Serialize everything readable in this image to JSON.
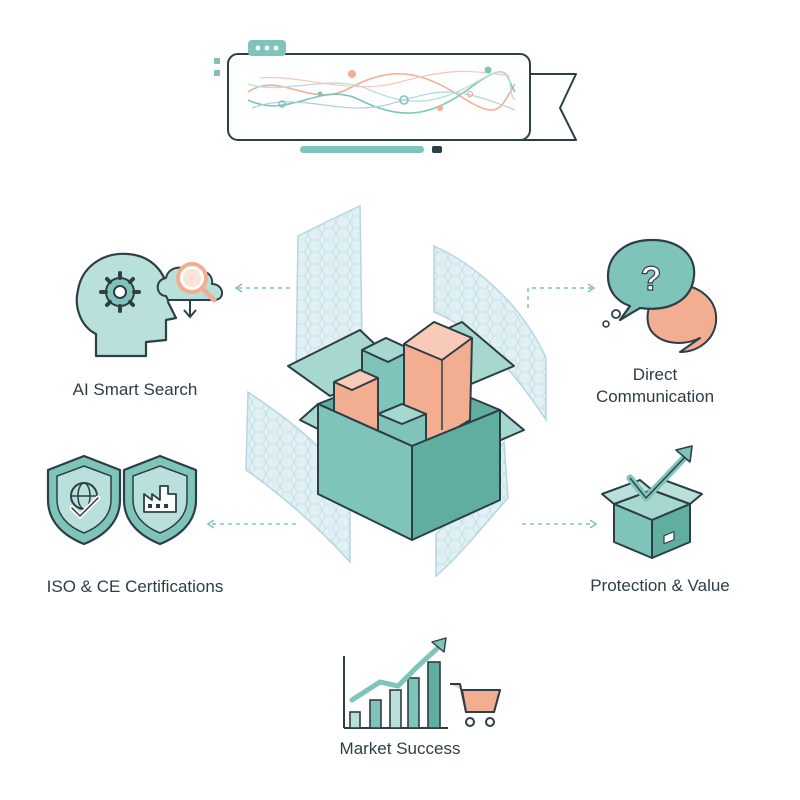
{
  "labels": {
    "ai_smart_search": "AI Smart Search",
    "direct_line1": "Direct",
    "direct_line2": "Communication",
    "protection_value": "Protection & Value",
    "iso_ce": "ISO & CE Certifications",
    "market_success": "Market Success"
  },
  "icons": {
    "banner": "data-wave-banner-icon",
    "box": "open-box-icon",
    "ai": "head-gear-search-icon",
    "chat": "question-speech-bubble-icon",
    "protection": "box-checkmark-arrow-icon",
    "certifications": "shield-badges-icon",
    "market": "bar-chart-cart-icon"
  },
  "colors": {
    "teal": "#7fc4ba",
    "teal_light": "#b9e0da",
    "teal_dark": "#4f9e93",
    "peach": "#f3ae92",
    "outline": "#2c3e46",
    "glass": "#cfe7ee"
  }
}
